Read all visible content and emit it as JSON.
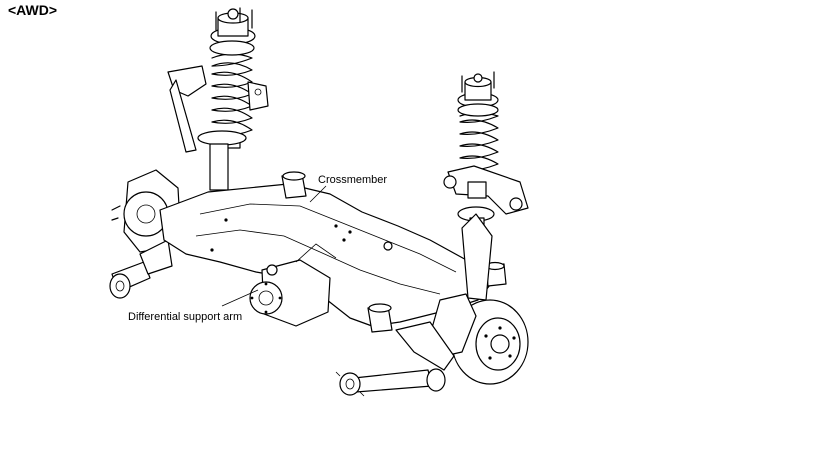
{
  "header": {
    "title": "<AWD>"
  },
  "callouts": {
    "crossmember": "Crossmember",
    "differential_support_arm": "Differential support arm"
  },
  "colors": {
    "ink": "#000000",
    "background": "#ffffff"
  }
}
